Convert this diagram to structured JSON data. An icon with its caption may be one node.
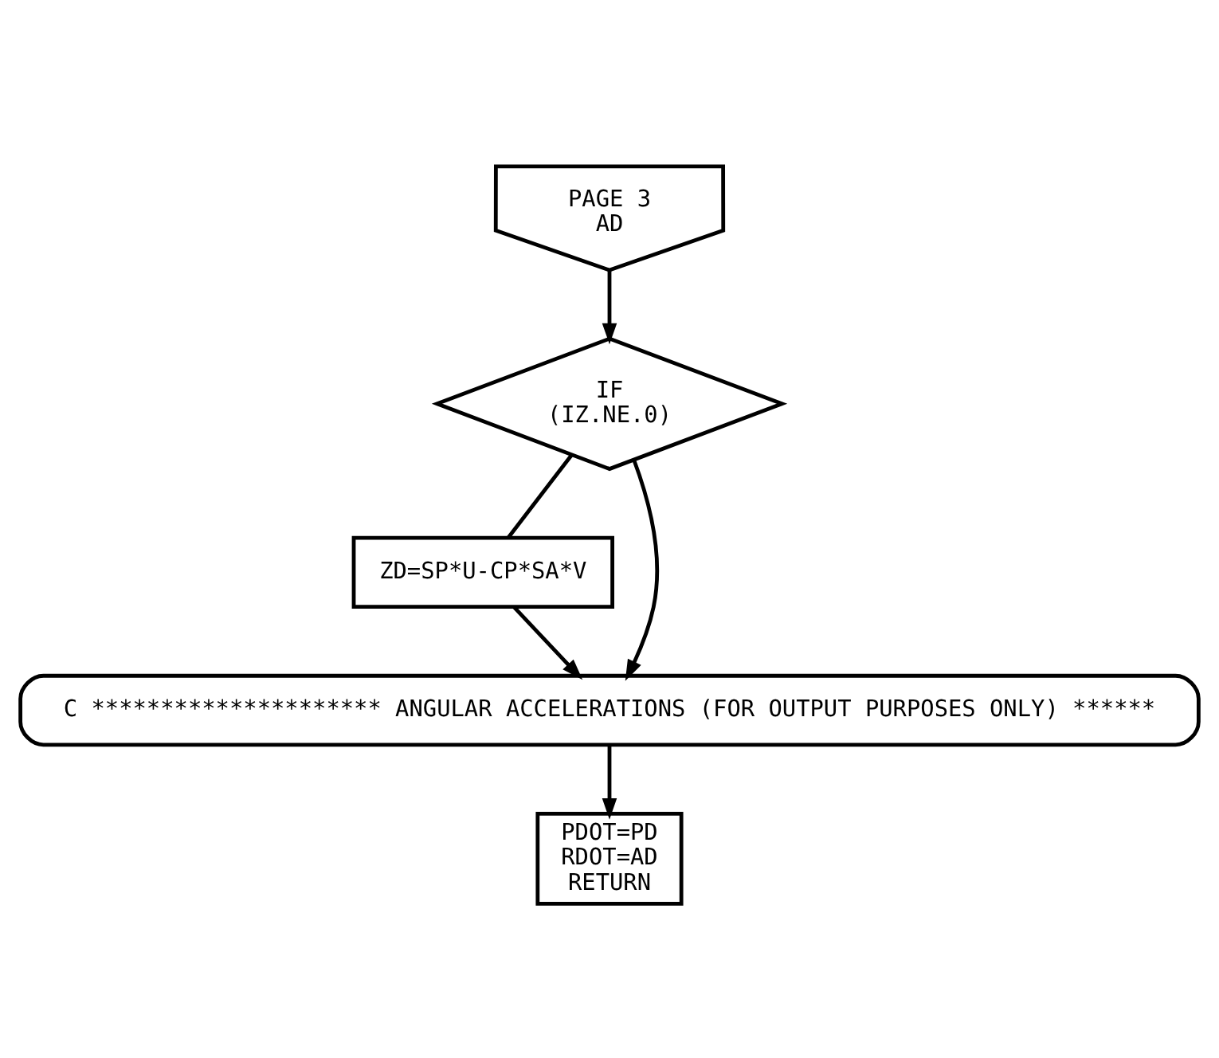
{
  "diagram": {
    "nodes": [
      {
        "text": [
          "PAGE 3",
          "AD"
        ]
      },
      {
        "text": [
          "IF",
          "(IZ.NE.0)"
        ]
      },
      {
        "text": [
          "ZD=SP*U-CP*SA*V"
        ]
      },
      {
        "text": [
          "C ********************* ANGULAR ACCELERATIONS (FOR OUTPUT PURPOSES ONLY) ******"
        ]
      },
      {
        "text": [
          "PDOT=PD",
          "RDOT=AD",
          "RETURN"
        ]
      }
    ],
    "edges": [
      {
        "from": 0,
        "to": 1,
        "arrow": "to"
      },
      {
        "from": 1,
        "to": 2,
        "arrow": "none"
      },
      {
        "from": 2,
        "to": 3,
        "arrow": "to"
      },
      {
        "from": 1,
        "to": 3,
        "arrow": "to"
      },
      {
        "from": 3,
        "to": 4,
        "arrow": "to"
      }
    ]
  }
}
